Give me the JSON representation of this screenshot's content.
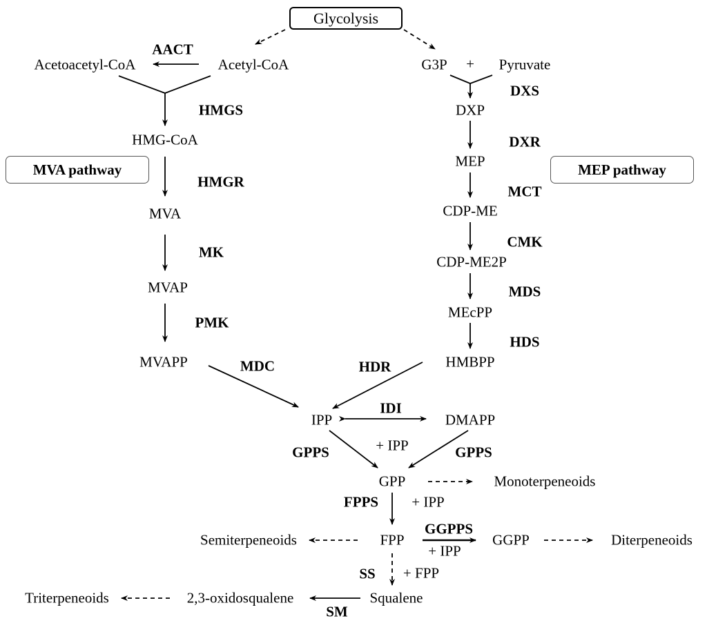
{
  "start": "Glycolysis",
  "pathways": {
    "mva": "MVA pathway",
    "mep": "MEP pathway"
  },
  "mva": {
    "acetoacetyl_coa": "Acetoacetyl-CoA",
    "acetyl_coa": "Acetyl-CoA",
    "hmg_coa": "HMG-CoA",
    "mva": "MVA",
    "mvap": "MVAP",
    "mvapp": "MVAPP"
  },
  "mep": {
    "g3p": "G3P",
    "plus": "+",
    "pyruvate": "Pyruvate",
    "dxp": "DXP",
    "mep": "MEP",
    "cdp_me": "CDP-ME",
    "cdp_me2p": "CDP-ME2P",
    "mecpp": "MEcPP",
    "hmbpp": "HMBPP"
  },
  "core": {
    "ipp": "IPP",
    "dmapp": "DMAPP",
    "plus_ipp": "+ IPP",
    "gpp": "GPP",
    "fpp": "FPP",
    "ggpp": "GGPP",
    "plus_fpp": "+ FPP",
    "squalene": "Squalene",
    "oxidosqualene": "2,3-oxidosqualene"
  },
  "products": {
    "mono": "Monoterpeneoids",
    "semi": "Semiterpeneoids",
    "di": "Diterpeneoids",
    "tri": "Triterpeneoids"
  },
  "enzymes": {
    "aact": "AACT",
    "hmgs": "HMGS",
    "hmgr": "HMGR",
    "mk": "MK",
    "pmk": "PMK",
    "mdc": "MDC",
    "dxs": "DXS",
    "dxr": "DXR",
    "mct": "MCT",
    "cmk": "CMK",
    "mds": "MDS",
    "hds": "HDS",
    "hdr": "HDR",
    "idi": "IDI",
    "gpps": "GPPS",
    "fpps": "FPPS",
    "ggpps": "GGPPS",
    "ss": "SS",
    "sm": "SM"
  }
}
